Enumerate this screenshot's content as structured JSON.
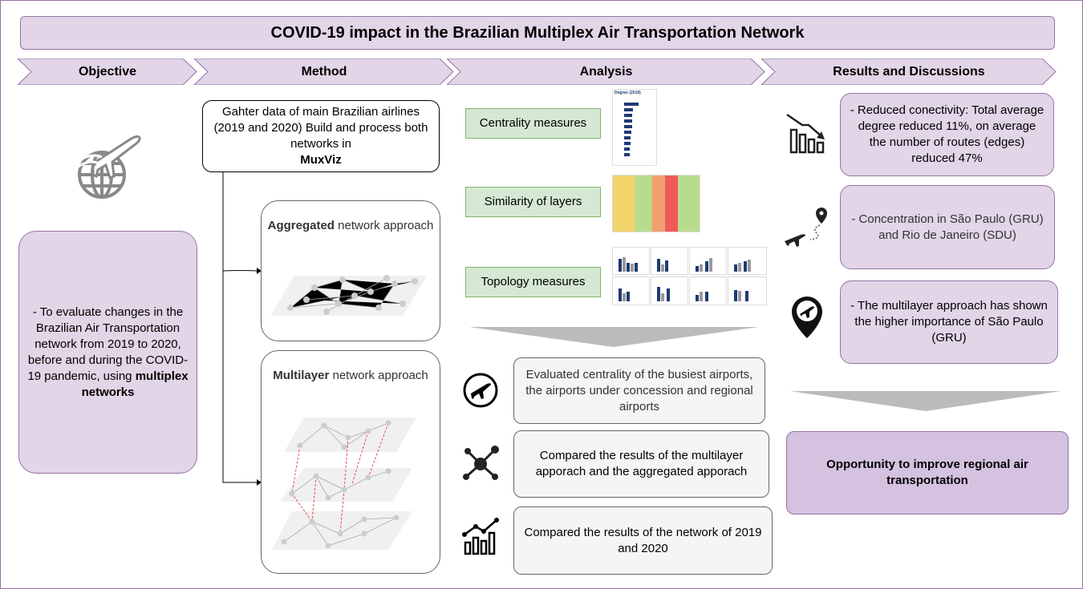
{
  "title": "COVID-19 impact in the Brazilian Multiplex Air Transportation Network",
  "stages": [
    "Objective",
    "Method",
    "Analysis",
    "Results and Discussions"
  ],
  "objective": {
    "text": "- To evaluate changes in the Brazilian Air Transportation network from 2019 to 2020, before and during the COVID-19 pandemic, using",
    "bold": "multiplex networks"
  },
  "method": {
    "gather": "Gahter data of main Brazilian airlines (2019 and 2020) Build and process both networks in",
    "gather_bold": "MuxViz",
    "aggregated_bold": "Aggregated",
    "aggregated_rest": " network approach",
    "multilayer_bold": "Multilayer",
    "multilayer_rest": " network approach"
  },
  "analysis": {
    "measures": [
      "Centrality measures",
      "Similarity of layers",
      "Topology measures"
    ],
    "thumb_title": "Degree (2019)",
    "steps": [
      "Evaluated centrality of the busiest airports, the airports under concession and regional airports",
      "Compared the results of the multilayer apporach and the aggregated apporach",
      "Compared the results of the network of 2019 and 2020"
    ]
  },
  "results": {
    "items": [
      "- Reduced conectivity: Total average degree reduced 11%, on average the number of routes (edges) reduced 47%",
      "- Concentration in São Paulo (GRU) and Rio de Janeiro (SDU)",
      "- The multilayer approach has shown the higher importance of São Paulo (GRU)"
    ],
    "conclusion": "Opportunity to improve regional air transportation"
  },
  "colors": {
    "purple_fill": "#e1d5e7",
    "purple_border": "#9673a6",
    "green_fill": "#d5e8d4",
    "green_border": "#82b366",
    "bar": "#1f3a73"
  }
}
